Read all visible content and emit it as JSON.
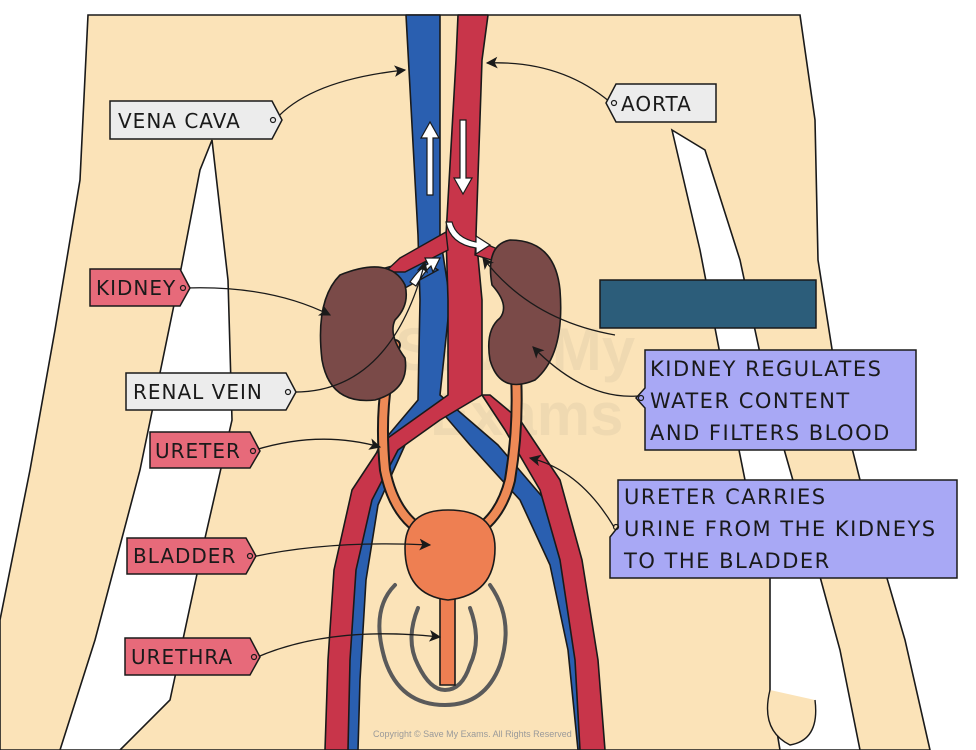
{
  "labels": {
    "vena_cava": "VENA CAVA",
    "aorta": "AORTA",
    "kidney": "KIDNEY",
    "renal_vein": "RENAL VEIN",
    "ureter": "URETER",
    "bladder": "BLADDER",
    "urethra": "URETHRA"
  },
  "info_boxes": {
    "kidney_function": [
      "KIDNEY REGULATES",
      "WATER CONTENT",
      "AND FILTERS BLOOD"
    ],
    "ureter_function": [
      "URETER CARRIES",
      "URINE FROM THE KIDNEYS",
      "TO THE BLADDER"
    ]
  },
  "watermark": [
    "Save My",
    "Exams"
  ],
  "copyright": "Copyright © Save My Exams. All Rights Reserved",
  "colors": {
    "skin": "#fbe3b8",
    "vein": "#2a5fb0",
    "artery": "#c8354a",
    "kidney": "#7a4a48",
    "ureter": "#ee8a56",
    "bladder": "#ee7f52",
    "grey_tag": "#ececec",
    "red_tag": "#e76a7a",
    "info_box": "#a8a8f5",
    "hidden_box": "#2c5d7a"
  }
}
